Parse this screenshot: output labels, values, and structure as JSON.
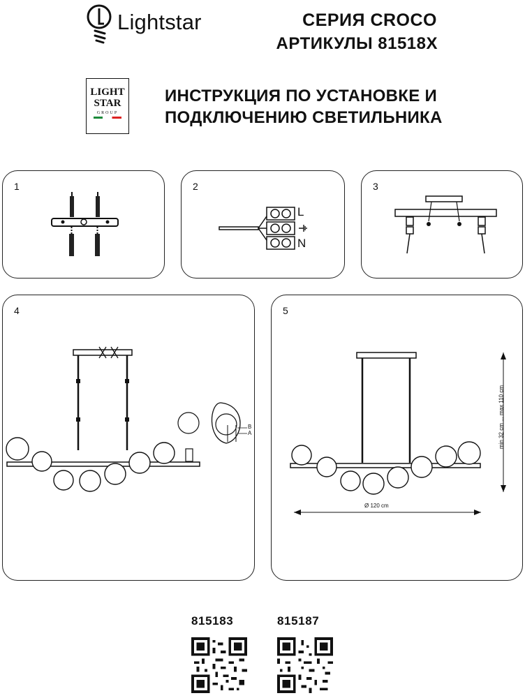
{
  "brand": {
    "name": "Lightstar",
    "logo_lines": [
      "LIGHT",
      "STAR",
      "GROUP"
    ]
  },
  "header": {
    "series": "СЕРИЯ CROCO",
    "articles": "АРТИКУЛЫ 81518X"
  },
  "title": {
    "line1": "ИНСТРУКЦИЯ ПО УСТАНОВКЕ И",
    "line2": "ПОДКЛЮЧЕНИЮ СВЕТИЛЬНИКА"
  },
  "panels": [
    {
      "number": "1"
    },
    {
      "number": "2",
      "labels": [
        "L",
        "N"
      ]
    },
    {
      "number": "3"
    },
    {
      "number": "4",
      "labels": [
        "B",
        "A"
      ]
    },
    {
      "number": "5",
      "height_label": "min 32 cm ... max 110 cm",
      "width_label": "Ø 120 cm"
    }
  ],
  "articles": [
    {
      "code": "815183"
    },
    {
      "code": "815187"
    }
  ],
  "icons": [
    "bulb-icon",
    "ground-icon",
    "qr-code-icon"
  ]
}
